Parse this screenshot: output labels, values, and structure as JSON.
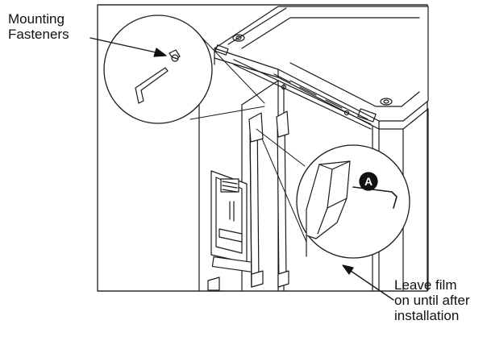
{
  "callouts": {
    "mounting_fasteners": {
      "line1": "Mounting",
      "line2": "Fasteners"
    },
    "leave_film": {
      "line1": "Leave film",
      "line2": "on until after",
      "line3": "installation"
    }
  },
  "markers": {
    "detail_a": "A"
  },
  "colors": {
    "stroke": "#1a1a1a",
    "background": "#ffffff",
    "marker_fill": "#111111"
  }
}
